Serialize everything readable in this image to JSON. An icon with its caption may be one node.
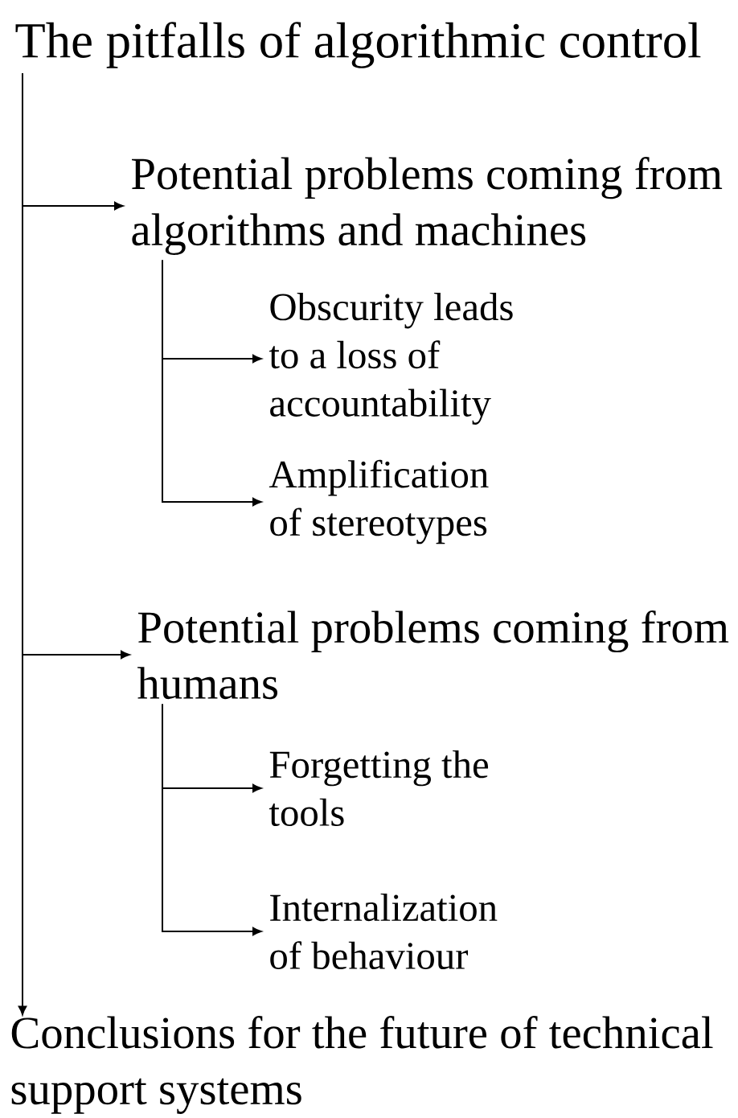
{
  "diagram": {
    "nodes": [
      {
        "text": [
          "The pitfalls of algorithmic control"
        ]
      },
      {
        "text": [
          "Potential problems coming from algorithms and machines"
        ]
      },
      {
        "text": [
          "Obscurity leads to a loss of accountability"
        ]
      },
      {
        "text": [
          "Amplification of stereotypes"
        ]
      },
      {
        "text": [
          "Potential problems coming from humans"
        ]
      },
      {
        "text": [
          "Forgetting the tools"
        ]
      },
      {
        "text": [
          "Internalization of behaviour"
        ]
      },
      {
        "text": [
          "Conclusions for the future of technical support systems"
        ]
      }
    ],
    "edges": [
      {
        "from": 0,
        "to": 1,
        "arrow": "to"
      },
      {
        "from": 1,
        "to": 2,
        "arrow": "to"
      },
      {
        "from": 1,
        "to": 3,
        "arrow": "to"
      },
      {
        "from": 0,
        "to": 4,
        "arrow": "to"
      },
      {
        "from": 4,
        "to": 5,
        "arrow": "to"
      },
      {
        "from": 4,
        "to": 6,
        "arrow": "to"
      },
      {
        "from": 0,
        "to": 7,
        "arrow": "to"
      }
    ]
  }
}
